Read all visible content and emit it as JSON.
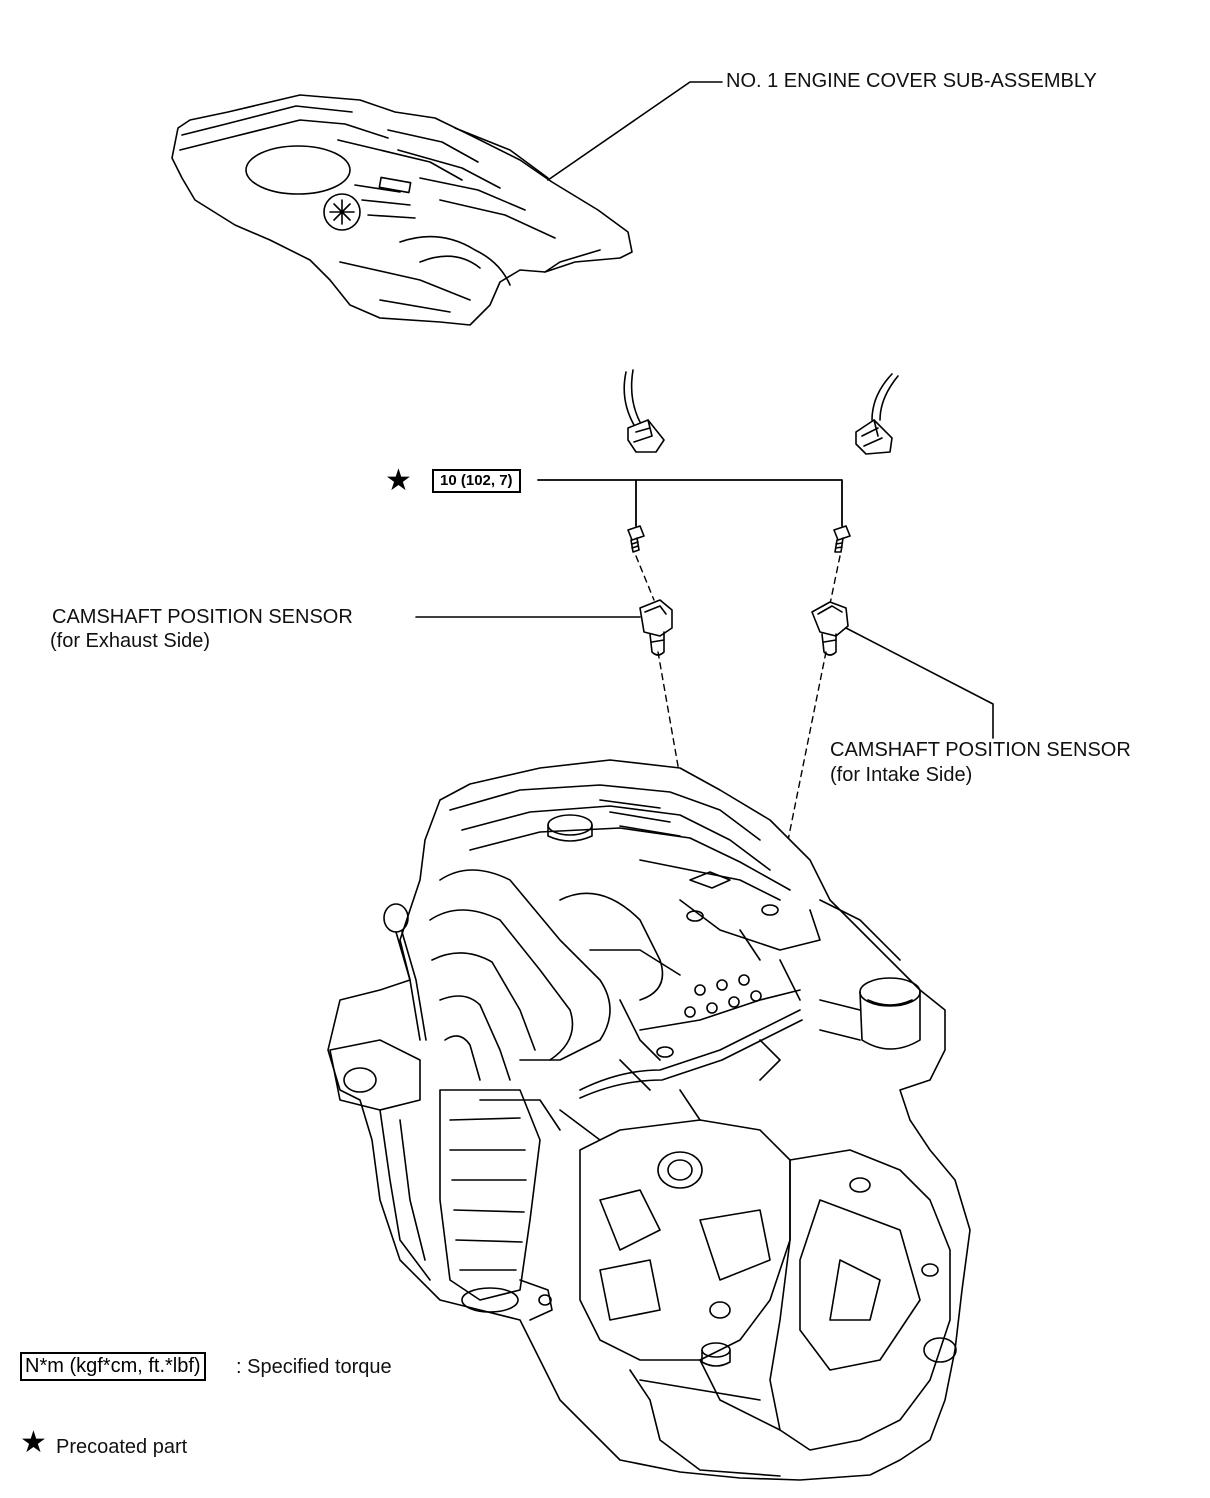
{
  "labels": {
    "engine_cover": "NO. 1 ENGINE COVER SUB-ASSEMBLY",
    "exhaust_sensor_title": "CAMSHAFT POSITION SENSOR",
    "exhaust_sensor_sub": "(for Exhaust Side)",
    "intake_sensor_title": "CAMSHAFT POSITION SENSOR",
    "intake_sensor_sub": "(for Intake Side)"
  },
  "torque": {
    "value": "10 (102, 7)",
    "star": "★"
  },
  "legend": {
    "torque_unit": "N*m (kgf*cm, ft.*lbf)",
    "torque_desc": ": Specified torque",
    "precoat_star": "★",
    "precoat_desc": "Precoated part"
  },
  "icons": [
    "star-icon",
    "bolt-icon",
    "connector-icon",
    "sensor-icon",
    "engine-icon",
    "engine-cover-icon"
  ]
}
